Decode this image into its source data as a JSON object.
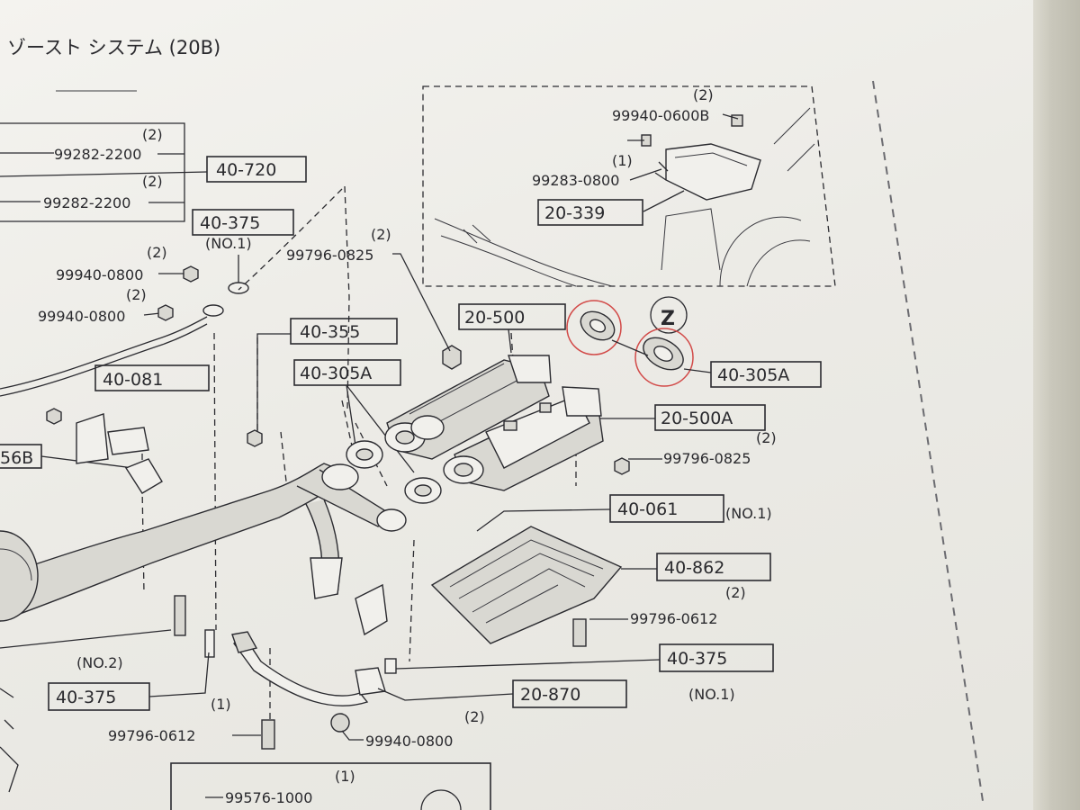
{
  "page": {
    "title": "ゾースト システム (20B)"
  },
  "labels": {
    "l_40_720": "40-720",
    "l_40_375_top": "40-375",
    "l_40_081": "40-081",
    "l_40_355": "40-355",
    "l_40_305a_left": "40-305A",
    "l_20_500": "20-500",
    "l_40_305a_right": "40-305A",
    "l_20_500a": "20-500A",
    "l_40_061": "40-061",
    "l_40_862": "40-862",
    "l_40_375_right": "40-375",
    "l_20_870": "20-870",
    "l_40_375_bottom": "40-375",
    "l_20_339": "20-339",
    "l_56b": "56B"
  },
  "callouts": {
    "q_2_a": "(2)",
    "pn_99282_a": "99282-2200",
    "pn_99282_b": "99282-2200",
    "q_2_b": "(2)",
    "pn_99940_0800_a": "99940-0800",
    "q_2_c": "(2)",
    "pn_99940_0800_b": "99940-0800",
    "no1_top": "(NO.1)",
    "q_2_d": "(2)",
    "pn_99796_0825_top": "99796-0825",
    "q_2_inset": "(2)",
    "pn_99940_0600b": "99940-0600B",
    "q_1_inset": "(1)",
    "pn_99283_0800": "99283-0800",
    "q_2_e": "(2)",
    "pn_99796_0825_right": "99796-0825",
    "no1_right": "(NO.1)",
    "q_2_f": "(2)",
    "pn_99796_0612_right": "99796-0612",
    "no1_bottom_right": "(NO.1)",
    "no2": "(NO.2)",
    "q_1_a": "(1)",
    "pn_99796_0612_left": "99796-0612",
    "q_2_g": "(2)",
    "pn_99940_0800_c": "99940-0800",
    "q_1_b": "(1)",
    "pn_99576_1000": "99576-1000",
    "z_mark": "Z"
  },
  "colors": {
    "ink": "#2b2b30",
    "paper": "#efeee9",
    "highlight_circle": "#d24a48"
  }
}
